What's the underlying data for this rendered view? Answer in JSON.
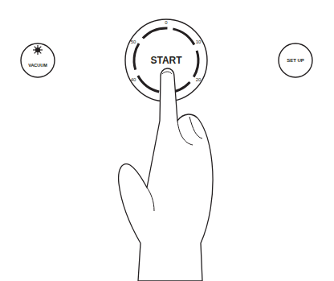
{
  "diagram": {
    "nodes": [
      {
        "text": [
          "VACUUM"
        ]
      },
      {
        "text": [
          "START"
        ]
      },
      {
        "text": [
          "SET UP"
        ]
      }
    ],
    "labels": [
      "0",
      "10",
      "20",
      "40",
      "50"
    ]
  }
}
